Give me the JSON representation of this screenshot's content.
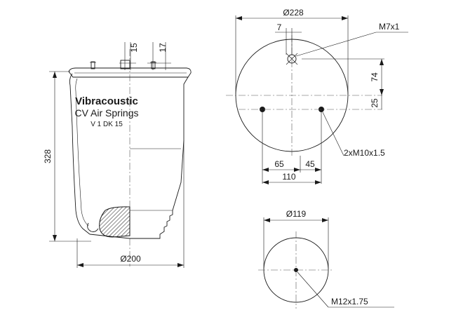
{
  "side_view": {
    "brand_line1": "Vibracoustic",
    "brand_line2": "CV Air Springs",
    "product_code": "V 1 DK 15",
    "dim_height": "328",
    "dim_bottom_diameter": "Ø200",
    "dim_stud_1": "15",
    "dim_stud_2": "17"
  },
  "top_view": {
    "dim_diameter": "Ø228",
    "dim_offset": "7",
    "thread_label": "M7x1",
    "dim_74": "74",
    "dim_25": "25",
    "dim_65": "65",
    "dim_45": "45",
    "dim_110": "110",
    "holes_label": "2xM10x1.5"
  },
  "bottom_view": {
    "dim_diameter": "Ø119",
    "thread_label": "M12x1.75"
  }
}
